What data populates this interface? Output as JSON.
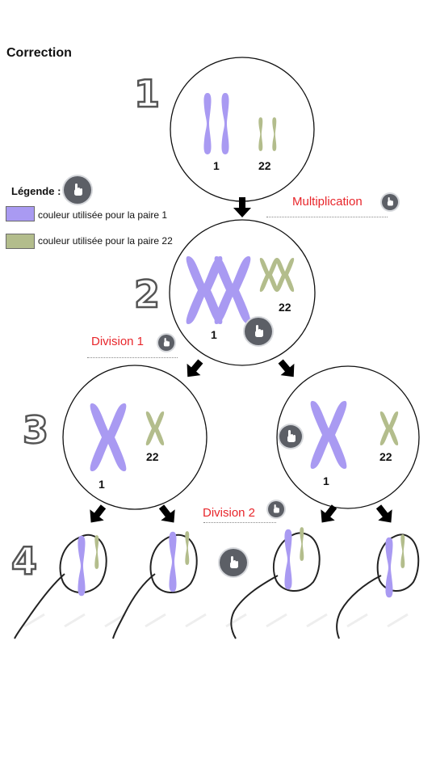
{
  "title": "Correction",
  "legend": {
    "title": "Légende :",
    "items": [
      {
        "color": "#a99af2",
        "label": "couleur utilisée pour la paire 1"
      },
      {
        "color": "#b3bd8c",
        "label": "couleur utilisée pour la paire 22"
      }
    ]
  },
  "steps": [
    "1",
    "2",
    "3",
    "4"
  ],
  "labels": {
    "multiplication": "Multiplication",
    "division1": "Division 1",
    "division2": "Division 2"
  },
  "chromosome_labels": {
    "pair1": "1",
    "pair22": "22"
  },
  "colors": {
    "pair1": "#a99af2",
    "pair22": "#b3bd8c",
    "accent_red": "#e8262b",
    "hotspot": "#5c5f66"
  },
  "icons": [
    "hand-pointer-icon",
    "down-arrow-icon"
  ]
}
